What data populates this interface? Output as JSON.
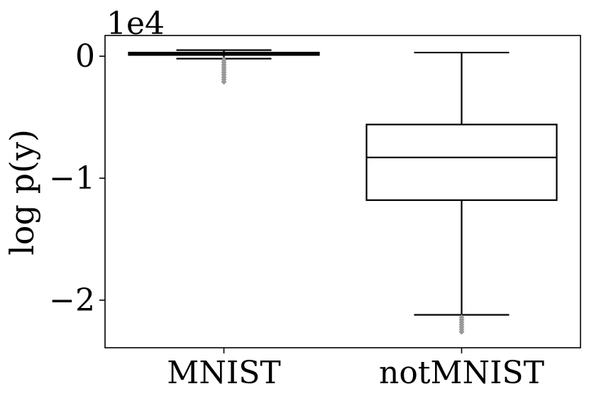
{
  "chart_data": {
    "type": "box",
    "ylabel": "log p(y)",
    "y_offset_label": "1e4",
    "yticks": [
      0,
      -1,
      -2
    ],
    "ytick_labels": [
      "0",
      "−1",
      "−2"
    ],
    "ylim": [
      -2.39,
      0.17
    ],
    "grid": false,
    "categories": [
      "MNIST",
      "notMNIST"
    ],
    "boxes": [
      {
        "name": "MNIST",
        "whisker_high": 0.05,
        "q3": 0.03,
        "median": 0.02,
        "q1": 0.01,
        "whisker_low": -0.02,
        "outliers": [
          -0.03,
          -0.05,
          -0.07,
          -0.09,
          -0.11,
          -0.13,
          -0.15,
          -0.17,
          -0.19,
          -0.21
        ]
      },
      {
        "name": "notMNIST",
        "whisker_high": 0.03,
        "q3": -0.56,
        "median": -0.83,
        "q1": -1.18,
        "whisker_low": -2.12,
        "outliers": [
          -2.14,
          -2.16,
          -2.18,
          -2.2,
          -2.22,
          -2.24,
          -2.26
        ]
      }
    ],
    "colors": {
      "box_edge": "#000000",
      "box_fill": "#ffffff",
      "outlier": "#999999"
    }
  }
}
